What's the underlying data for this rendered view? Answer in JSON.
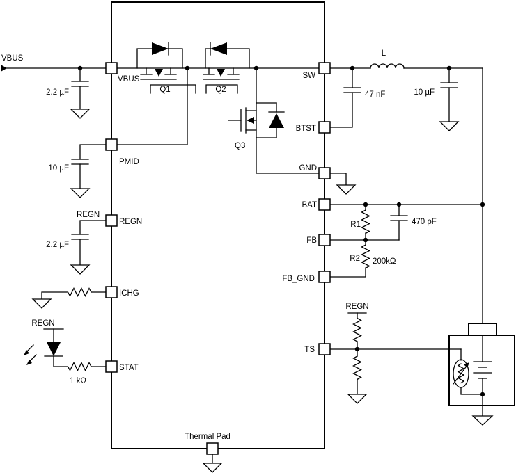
{
  "colors": {
    "line": "#000000",
    "background": "#ffffff"
  },
  "ic": {
    "pins": {
      "vbus": "VBUS",
      "pmid": "PMID",
      "regn": "REGN",
      "ichg": "ICHG",
      "stat": "STAT",
      "sw": "SW",
      "btst": "BTST",
      "gnd": "GND",
      "bat": "BAT",
      "fb": "FB",
      "fb_gnd": "FB_GND",
      "ts": "TS",
      "thermal_pad": "Thermal Pad"
    },
    "fets": {
      "q1": "Q1",
      "q2": "Q2",
      "q3": "Q3"
    }
  },
  "nets": {
    "vbus_in": "VBUS",
    "regn_bypass": "REGN",
    "regn_led": "REGN",
    "regn_ts": "REGN"
  },
  "parts": {
    "input_cap": "2.2 µF",
    "pmid_cap": "10 µF",
    "regn_cap": "2.2 µF",
    "bootstrap_cap": "47 nF",
    "output_cap": "10 µF",
    "inductor": "L",
    "stat_resistor": "1 kΩ",
    "feedback": {
      "r1": "R1",
      "r2": "R2",
      "r2_value": "200kΩ",
      "comp_cap": "470 pF"
    }
  }
}
